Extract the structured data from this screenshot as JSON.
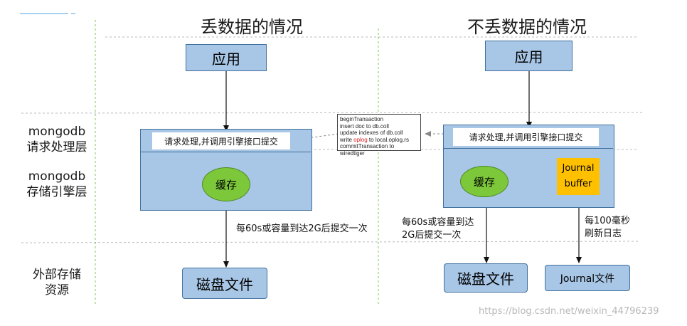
{
  "titles": {
    "left": "丢数据的情况",
    "right": "不丢数据的情况"
  },
  "row_labels": {
    "request_layer": [
      "mongodb",
      "请求处理层"
    ],
    "storage_layer": [
      "mongodb",
      "存储引擎层"
    ],
    "external": [
      "外部存储",
      "资源"
    ]
  },
  "left": {
    "app": "应用",
    "request_bar": "请求处理,并调用引擎接口提交",
    "cache": "缓存",
    "flush_note": "每60s或容量到达2G后提交一次",
    "disk": "磁盘文件"
  },
  "right": {
    "app": "应用",
    "request_bar": "请求处理,并调用引擎接口提交",
    "cache": "缓存",
    "journal_buffer": [
      "Journal",
      "buffer"
    ],
    "flush_note": [
      "每60s或容量到达",
      "2G后提交一次"
    ],
    "journal_note": [
      "每100毫秒",
      "刷新日志"
    ],
    "disk": "磁盘文件",
    "journal_file": "Journal文件"
  },
  "code_box": {
    "lines": [
      "beginTransaction",
      "insert doc to db.coll",
      "update indexes of db.coll"
    ],
    "oplog_line": {
      "prefix": "write ",
      "highlight": "oplog",
      "suffix": " to local.oplog.rs"
    },
    "last_line": "commitTransaction to wiredtiger"
  },
  "watermark": "https://blog.csdn.net/weixin_44796239",
  "colors": {
    "box_fill": "#a8c6e6",
    "box_border": "#41719c",
    "cache_fill": "#7cc83a",
    "journal_fill": "#ffc000",
    "divider_green": "#7dc85a",
    "highlight_red": "#e02020"
  }
}
